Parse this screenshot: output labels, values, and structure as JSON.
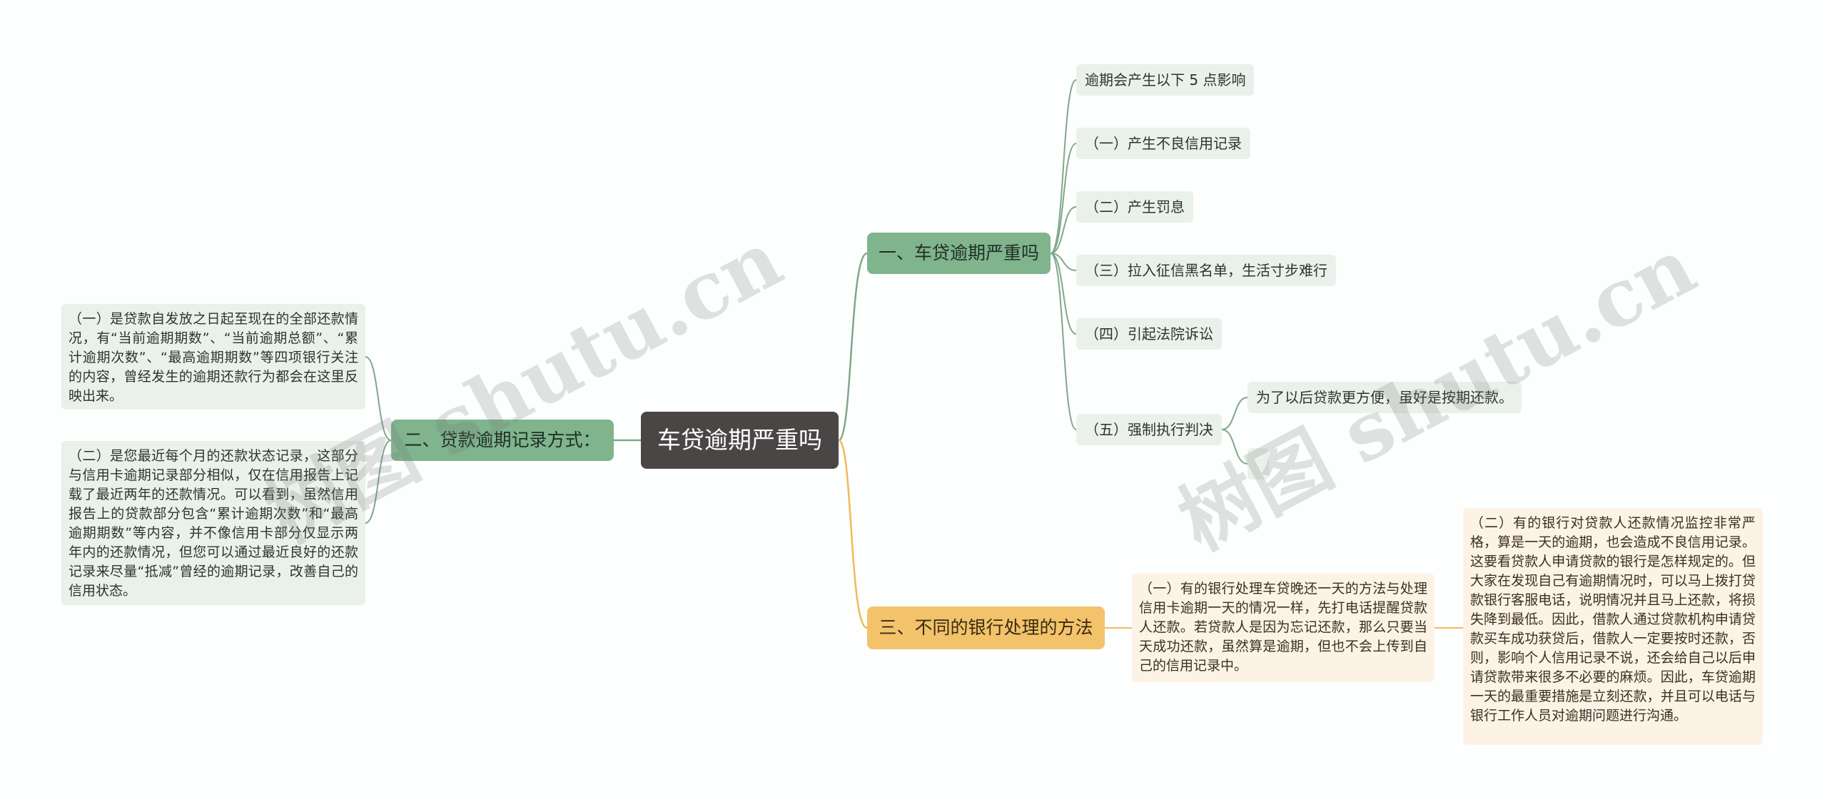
{
  "root": {
    "label": "车贷逾期严重吗"
  },
  "branches": {
    "b1": {
      "label": "一、车贷逾期严重吗",
      "children": [
        "逾期会产生以下 5 点影响",
        "（一）产生不良信用记录",
        "（二）产生罚息",
        "（三）拉入征信黑名单，生活寸步难行",
        "（四）引起法院诉讼",
        "（五）强制执行判决"
      ],
      "sub_children": [
        "为了以后贷款更方便，虽好是按期还款。",
        ""
      ]
    },
    "b2": {
      "label": "二、贷款逾期记录方式：",
      "children": [
        "（一）是贷款自发放之日起至现在的全部还款情况，有“当前逾期期数”、“当前逾期总额”、“累计逾期次数”、“最高逾期期数”等四项银行关注的内容，曾经发生的逾期还款行为都会在这里反映出来。",
        "（二）是您最近每个月的还款状态记录，这部分与信用卡逾期记录部分相似，仅在信用报告上记载了最近两年的还款情况。可以看到，虽然信用报告上的贷款部分包含“累计逾期次数”和“最高逾期期数”等内容，并不像信用卡部分仅显示两年内的还款情况，但您可以通过最近良好的还款记录来尽量“抵减”曾经的逾期记录，改善自己的信用状态。"
      ]
    },
    "b3": {
      "label": "三、不同的银行处理的方法",
      "child": "（一）有的银行处理车贷晚还一天的方法与处理信用卡逾期一天的情况一样，先打电话提醒贷款人还款。若贷款人是因为忘记还款，那么只要当天成功还款，虽然算是逾期，但也不会上传到自己的信用记录中。",
      "grandchild": "（二）有的银行对贷款人还款情况监控非常严格，算是一天的逾期，也会造成不良信用记录。这要看贷款人申请贷款的银行是怎样规定的。但大家在发现自己有逾期情况时，可以马上拨打贷款银行客服电话，说明情况并且马上还款，将损失降到最低。因此，借款人通过贷款机构申请贷款买车成功获贷后，借款人一定要按时还款，否则，影响个人信用记录不说，还会给自己以后申请贷款带来很多不必要的麻烦。因此，车贷逾期一天的最重要措施是立刻还款，并且可以电话与银行工作人员对逾期问题进行沟通。"
    }
  },
  "watermarks": [
    "树图 shutu.cn",
    "树图 shutu.cn"
  ],
  "colors": {
    "root": "#4b4646",
    "green_branch": "#7fb48d",
    "orange_branch": "#f2c36b",
    "green_leaf": "#eaf1ea",
    "orange_leaf": "#fdf2e6",
    "green_line": "#7fa88a",
    "orange_line": "#f0b95a"
  }
}
